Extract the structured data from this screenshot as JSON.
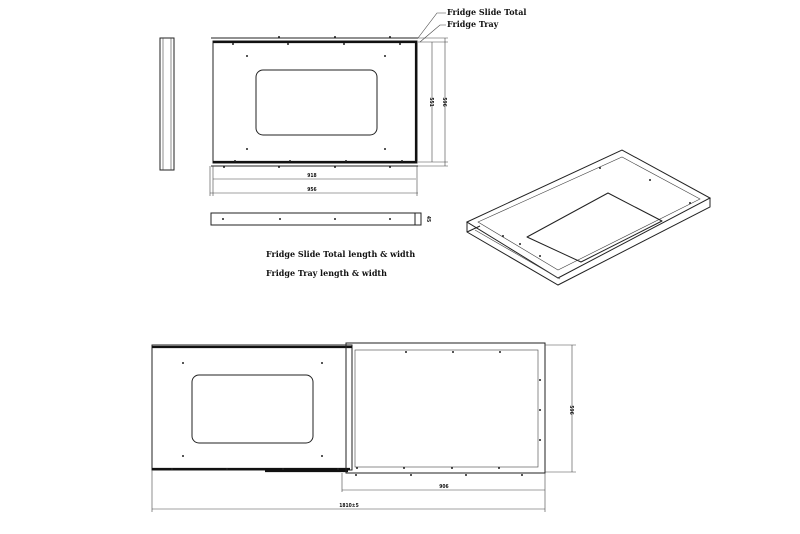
{
  "callouts": {
    "slide_total": "Fridge Slide Total",
    "tray": "Fridge Tray"
  },
  "notes": {
    "slide_total_dims": "Fridge Slide Total length & width",
    "tray_dims": "Fridge Tray length & width"
  },
  "dimensions": {
    "top_inner_length": "918",
    "top_outer_length": "956",
    "top_inner_width": "551",
    "top_outer_width": "596",
    "bottom_tray_length": "906",
    "bottom_total_length": "1810±5",
    "bottom_width": "596",
    "side_height": "45"
  }
}
